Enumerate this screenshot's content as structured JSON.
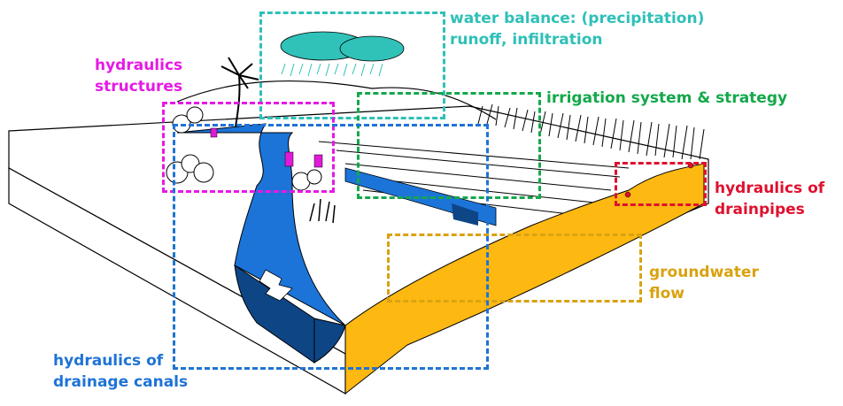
{
  "diagram": {
    "title": "Agricultural water management landscape",
    "annotations": [
      {
        "id": "water-balance",
        "lines": [
          "water balance: (precipitation)",
          "runoff, infiltration"
        ],
        "color": "#2ec0b8"
      },
      {
        "id": "hydraulics-structures",
        "lines": [
          "hydraulics",
          "structures"
        ],
        "color": "#e619e6"
      },
      {
        "id": "irrigation",
        "lines": [
          "irrigation system & strategy"
        ],
        "color": "#13a84a"
      },
      {
        "id": "drainpipes",
        "lines": [
          "hydraulics of",
          "drainpipes"
        ],
        "color": "#e0102e"
      },
      {
        "id": "groundwater",
        "lines": [
          "groundwater",
          "flow"
        ],
        "color": "#d9a20f"
      },
      {
        "id": "drainage-canals",
        "lines": [
          "hydraulics of",
          "drainage canals"
        ],
        "color": "#1e73d6"
      }
    ],
    "fill_colors": {
      "water": "#1c74d8",
      "water_dark": "#0e4585",
      "groundwater": "#fdb812",
      "cloud": "#30c2b9",
      "structure": "#e01ad8"
    }
  }
}
